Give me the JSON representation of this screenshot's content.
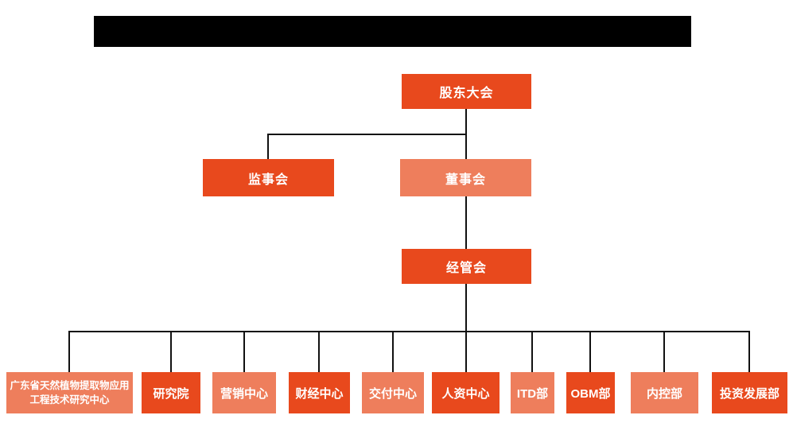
{
  "colors": {
    "primary_box": "#e8491d",
    "secondary_box": "#ee7e5c",
    "connector_line": "#111111",
    "box_text": "#ffffff",
    "page_background": "#ffffff",
    "redacted_bar": "#000000"
  },
  "org_chart": {
    "type": "org-hierarchy",
    "shareholders_meeting": {
      "label": "股东大会",
      "color": "#e8491d"
    },
    "supervisory_board": {
      "label": "监事会",
      "color": "#e8491d"
    },
    "board_of_directors": {
      "label": "董事会",
      "color": "#ee7e5c"
    },
    "management_committee": {
      "label": "经管会",
      "color": "#e8491d"
    },
    "departments": [
      {
        "label": "广东省天然植物提取物应用工程技术研究中心",
        "color": "#ee7e5c"
      },
      {
        "label": "研究院",
        "color": "#e8491d"
      },
      {
        "label": "营销中心",
        "color": "#ee7e5c"
      },
      {
        "label": "财经中心",
        "color": "#e8491d"
      },
      {
        "label": "交付中心",
        "color": "#ee7e5c"
      },
      {
        "label": "人资中心",
        "color": "#e8491d"
      },
      {
        "label": "ITD部",
        "color": "#ee7e5c"
      },
      {
        "label": "OBM部",
        "color": "#e8491d"
      },
      {
        "label": "内控部",
        "color": "#ee7e5c"
      },
      {
        "label": "投资发展部",
        "color": "#e8491d"
      }
    ]
  }
}
